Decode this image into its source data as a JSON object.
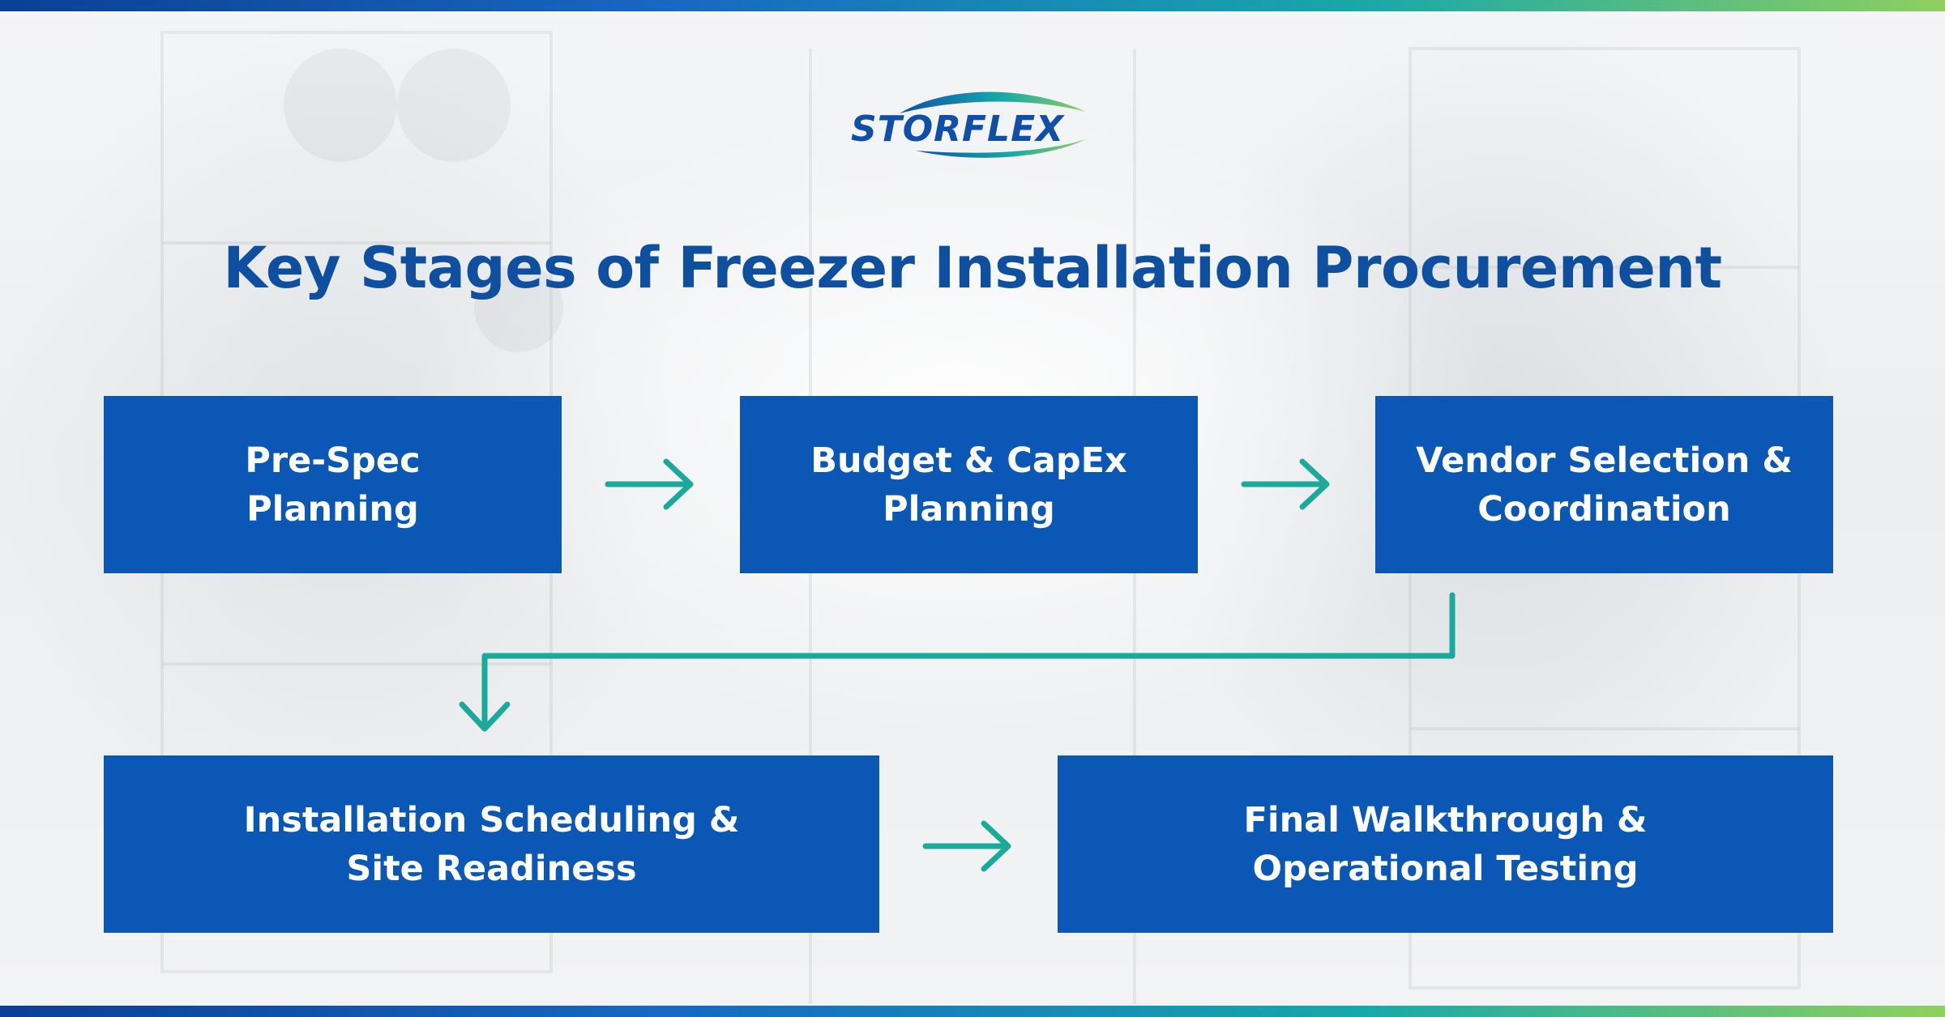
{
  "brand": {
    "logo_text": "STORFLEX",
    "colors": {
      "primary_blue": "#0b57b6",
      "title_blue": "#0f4fa0",
      "teal_arrow": "#1aa99b",
      "gradient_green": "#8fcf5e"
    }
  },
  "title": "Key Stages of Freezer Installation Procurement",
  "stages": [
    {
      "line1": "Pre-Spec",
      "line2": "Planning"
    },
    {
      "line1": "Budget & CapEx",
      "line2": "Planning"
    },
    {
      "line1": "Vendor Selection &",
      "line2": "Coordination"
    },
    {
      "line1": "Installation Scheduling &",
      "line2": "Site Readiness"
    },
    {
      "line1": "Final Walkthrough &",
      "line2": "Operational Testing"
    }
  ],
  "connectors": [
    {
      "from": "stage-1",
      "to": "stage-2",
      "icon": "arrow-right-icon"
    },
    {
      "from": "stage-2",
      "to": "stage-3",
      "icon": "arrow-right-icon"
    },
    {
      "from": "stage-3",
      "to": "stage-4",
      "icon": "elbow-arrow-down-icon"
    },
    {
      "from": "stage-4",
      "to": "stage-5",
      "icon": "arrow-right-icon"
    }
  ]
}
